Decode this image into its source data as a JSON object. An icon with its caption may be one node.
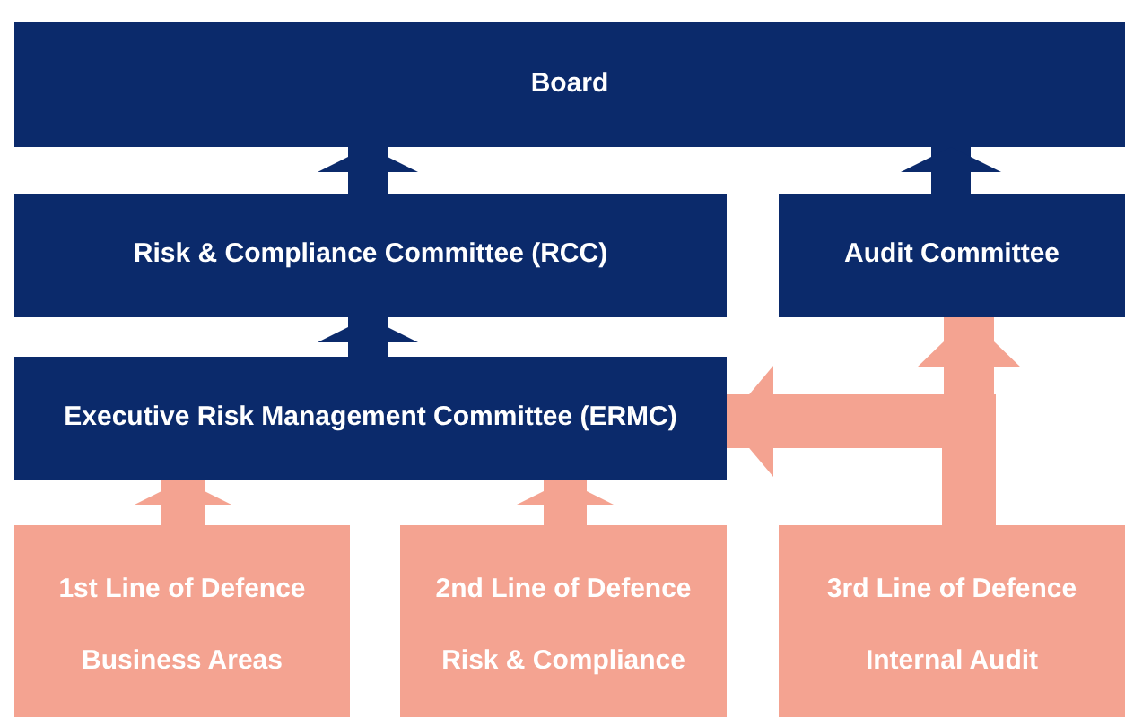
{
  "diagram": {
    "nodes": [
      {
        "text": [
          "Board"
        ]
      },
      {
        "text": [
          "Risk & Compliance Committee (RCC)"
        ]
      },
      {
        "text": [
          "Audit Committee"
        ]
      },
      {
        "text": [
          "Executive Risk Management Committee (ERMC)"
        ]
      },
      {
        "text": [
          "1st Line of Defence",
          "Business Areas"
        ]
      },
      {
        "text": [
          "2nd Line of Defence",
          "Risk & Compliance"
        ]
      },
      {
        "text": [
          "3rd Line of Defence",
          "Internal Audit"
        ]
      }
    ],
    "edges": [
      {
        "from": 1,
        "to": 0,
        "arrow": "to",
        "color": "#0b2a6b"
      },
      {
        "from": 2,
        "to": 0,
        "arrow": "to",
        "color": "#0b2a6b"
      },
      {
        "from": 3,
        "to": 1,
        "arrow": "to",
        "color": "#0b2a6b"
      },
      {
        "from": 4,
        "to": 3,
        "arrow": "to"
      },
      {
        "from": 5,
        "to": 3,
        "arrow": "to"
      },
      {
        "from": 6,
        "to": 2,
        "arrow": "to"
      },
      {
        "from": 6,
        "to": 3,
        "arrow": "to"
      }
    ]
  }
}
